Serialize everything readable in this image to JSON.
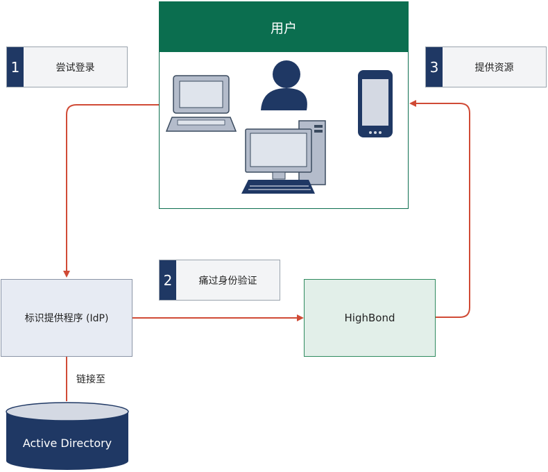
{
  "user": {
    "title": "用户"
  },
  "steps": [
    {
      "num": "1",
      "label": "尝试登录"
    },
    {
      "num": "2",
      "label": "痛过身份验证"
    },
    {
      "num": "3",
      "label": "提供资源"
    }
  ],
  "idp": {
    "label": "标识提供程序 (IdP)"
  },
  "highbond": {
    "label": "HighBond"
  },
  "link": {
    "label": "链接至"
  },
  "ad": {
    "label": "Active Directory"
  },
  "icons": [
    "laptop-icon",
    "person-icon",
    "desktop-computer-icon",
    "smartphone-icon"
  ],
  "colors": {
    "arrow": "#d04a35",
    "navy": "#1f3864",
    "green": "#0b6e4f",
    "device": "#b4bccb"
  }
}
